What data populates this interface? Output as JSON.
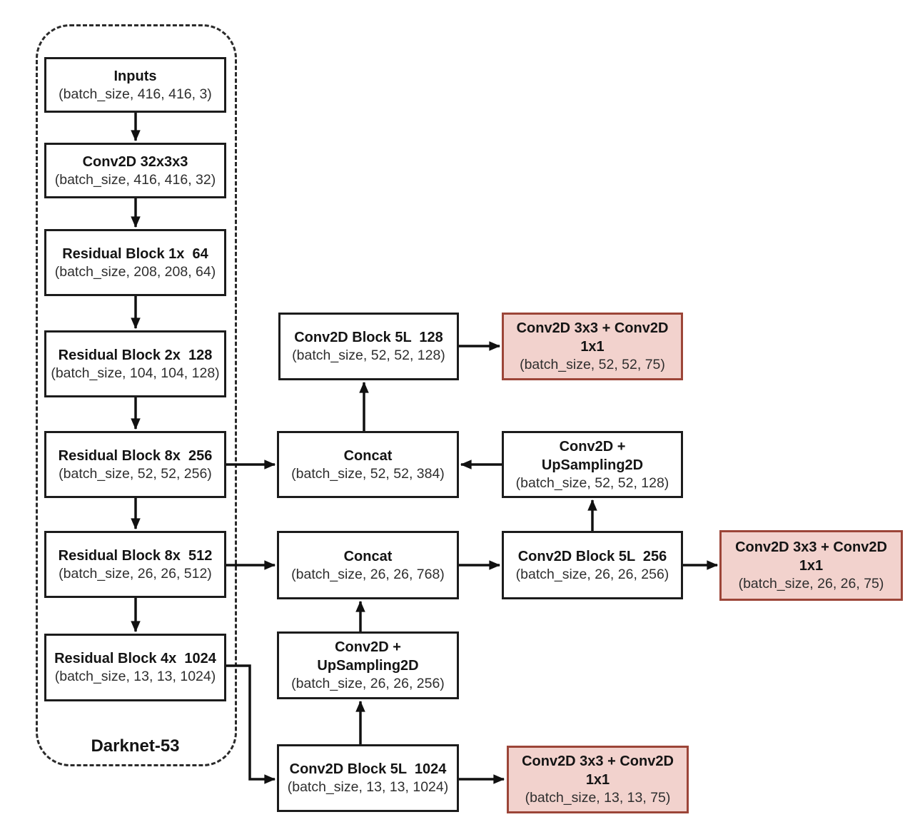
{
  "diagram": {
    "backbone_label": "Darknet-53",
    "colors": {
      "head-fill": "#f2d2cd",
      "head-border": "#9c4538",
      "ink": "#1c1c1c",
      "edge": "#111111"
    },
    "nodes": {
      "inputs": {
        "title": "Inputs",
        "shape": "(batch_size, 416, 416, 3)"
      },
      "conv32": {
        "title": "Conv2D 32x3x3",
        "shape": "(batch_size, 416, 416, 32)"
      },
      "res1": {
        "title": "Residual Block 1x  64",
        "shape": "(batch_size, 208, 208, 64)"
      },
      "res2": {
        "title": "Residual Block 2x  128",
        "shape": "(batch_size, 104, 104, 128)"
      },
      "res8a": {
        "title": "Residual Block 8x  256",
        "shape": "(batch_size, 52, 52, 256)"
      },
      "res8b": {
        "title": "Residual Block 8x  512",
        "shape": "(batch_size, 26, 26, 512)"
      },
      "res4": {
        "title": "Residual Block 4x  1024",
        "shape": "(batch_size, 13, 13, 1024)"
      },
      "block5l128": {
        "title": "Conv2D Block 5L  128",
        "shape": "(batch_size, 52, 52, 128)"
      },
      "head52": {
        "title": "Conv2D 3x3 + Conv2D 1x1",
        "shape": "(batch_size, 52, 52, 75)"
      },
      "concat52": {
        "title": "Concat",
        "shape": "(batch_size, 52, 52, 384)"
      },
      "upsample52": {
        "title": "Conv2D + UpSampling2D",
        "shape": "(batch_size, 52, 52, 128)"
      },
      "concat26": {
        "title": "Concat",
        "shape": "(batch_size, 26, 26, 768)"
      },
      "block5l256": {
        "title": "Conv2D Block 5L  256",
        "shape": "(batch_size, 26, 26, 256)"
      },
      "head26": {
        "title": "Conv2D 3x3 + Conv2D 1x1",
        "shape": "(batch_size, 26, 26, 75)"
      },
      "upsample26": {
        "title": "Conv2D + UpSampling2D",
        "shape": "(batch_size, 26, 26, 256)"
      },
      "block5l1024": {
        "title": "Conv2D Block 5L  1024",
        "shape": "(batch_size, 13, 13, 1024)"
      },
      "head13": {
        "title": "Conv2D 3x3 + Conv2D 1x1",
        "shape": "(batch_size, 13, 13, 75)"
      }
    }
  }
}
